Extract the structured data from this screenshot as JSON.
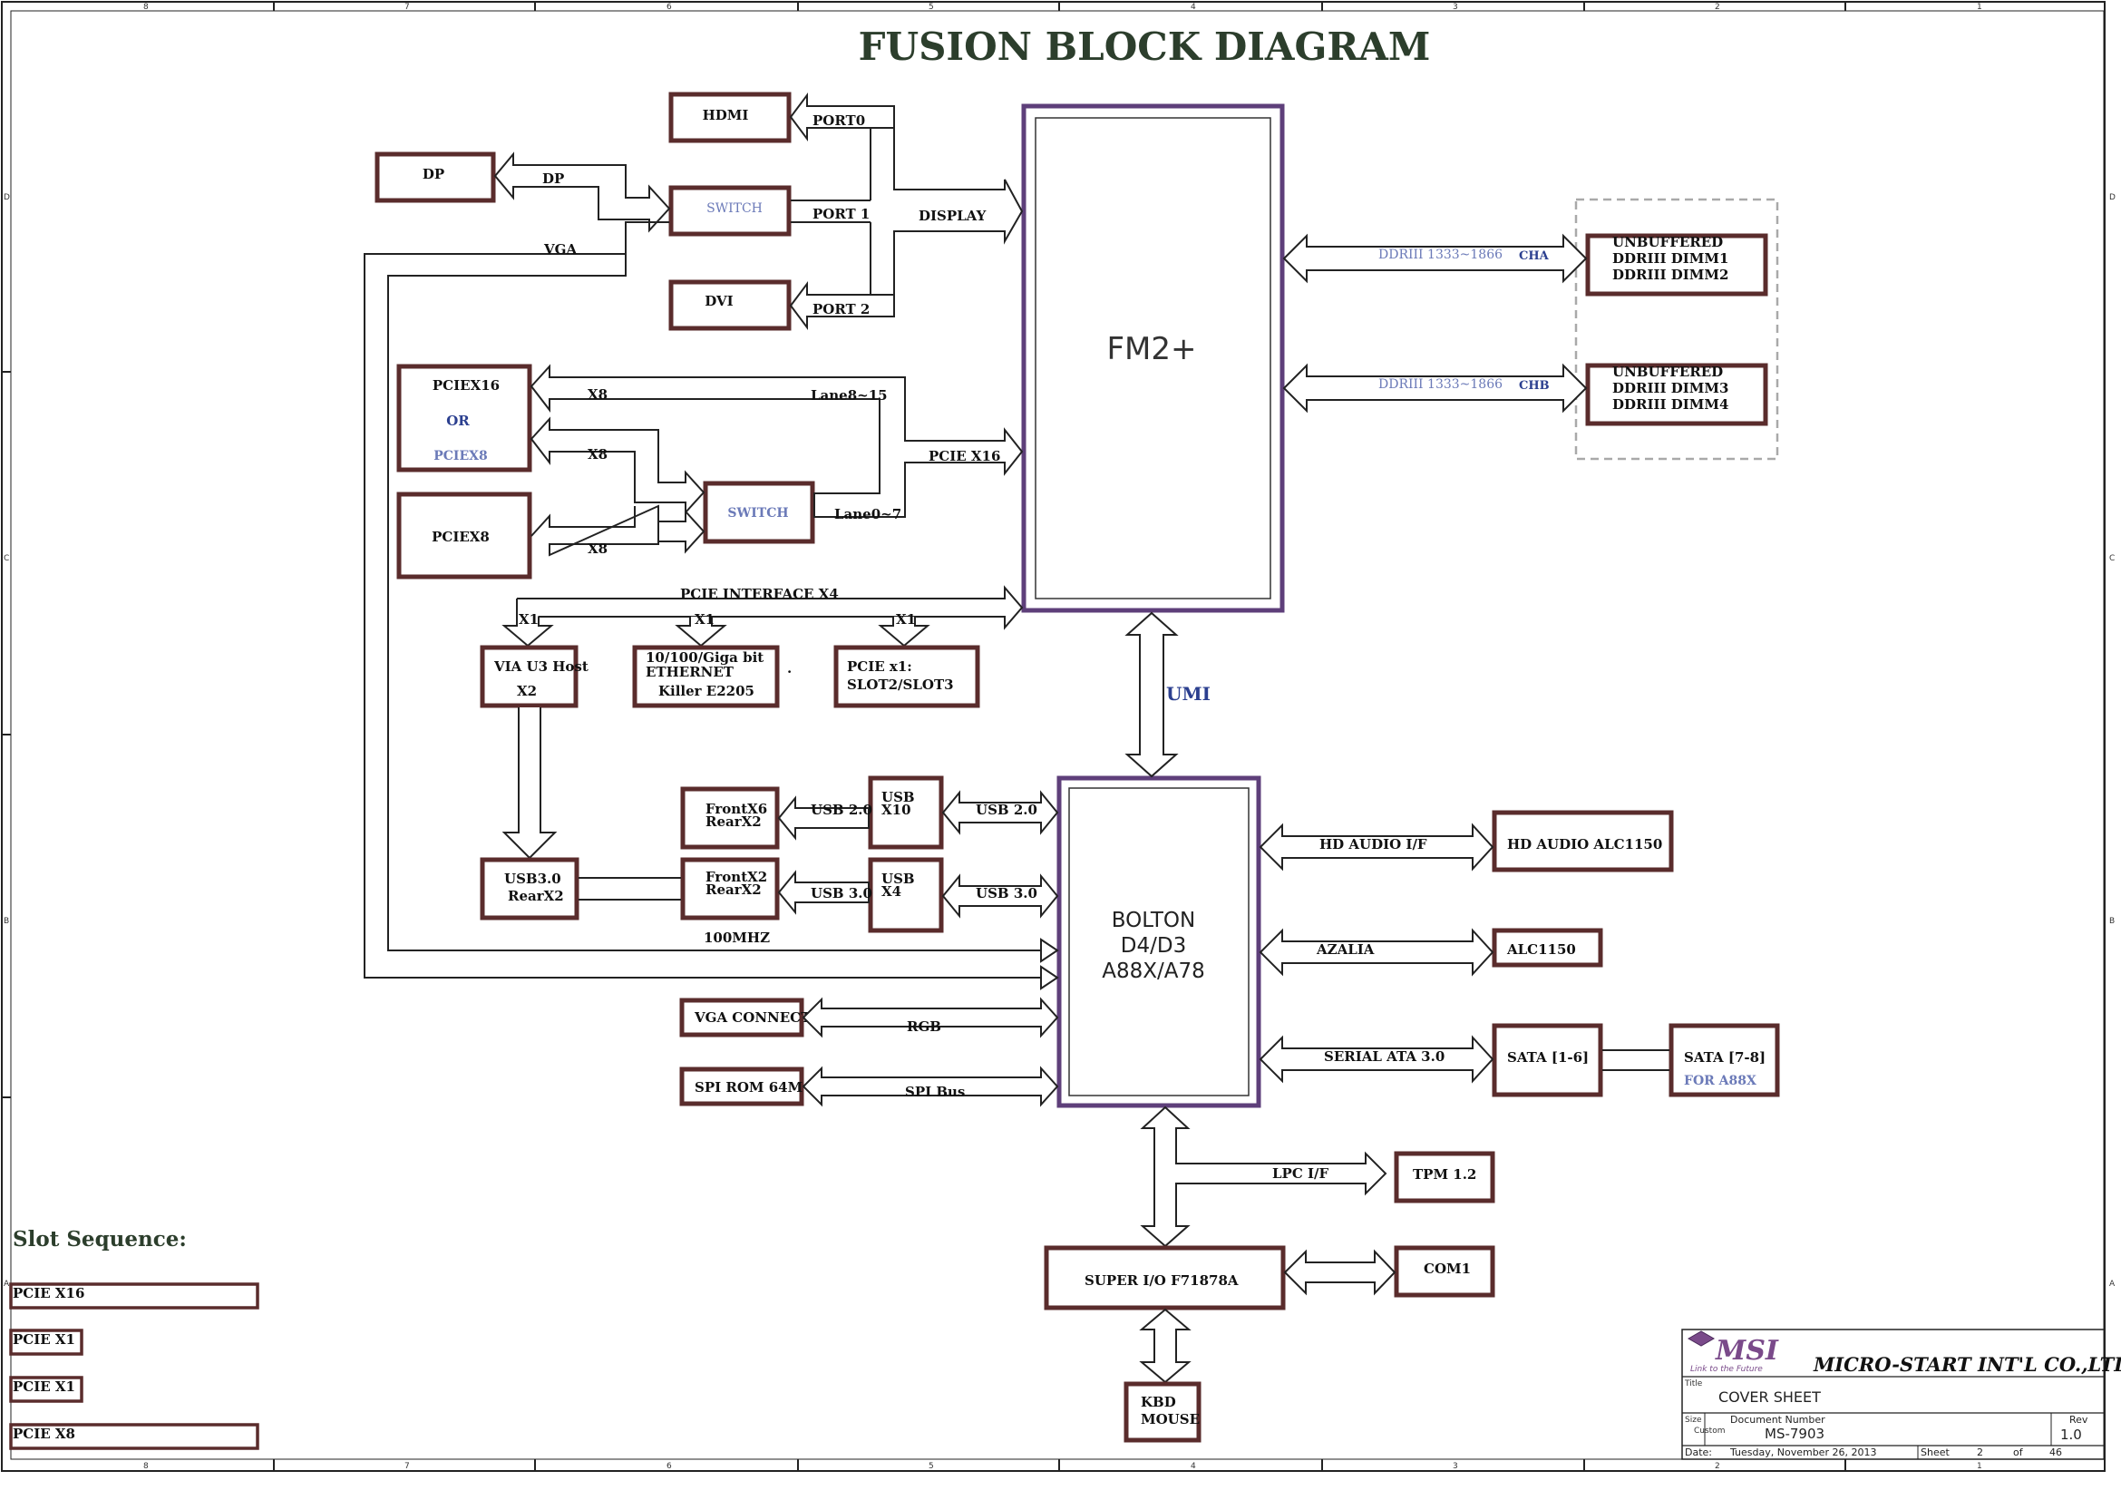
{
  "title": "FUSION BLOCK DIAGRAM",
  "cpu": {
    "label": "FM2+"
  },
  "fch": {
    "line1": "BOLTON",
    "line2": "D4/D3",
    "line3": "A88X/A78"
  },
  "blocks": {
    "hdmi": "HDMI",
    "dp": "DP",
    "switch_display": "SWITCH",
    "dvi": "DVI",
    "pcie_x16_a": "PCIEX16",
    "pcie_or": "OR",
    "pcie_x8_a": "PCIEX8",
    "pcie_x8_b": "PCIEX8",
    "switch_pcie": "SWITCH",
    "via_u3_1": "VIA U3 Host",
    "via_u3_2": "X2",
    "eth_1": "10/100/Giga bit",
    "eth_2": "ETHERNET",
    "eth_3": "Killer E2205",
    "eth_dot": ".",
    "pcie_x1_1": "PCIE x1:",
    "pcie_x1_2": "SLOT2/SLOT3",
    "front_usb2_1": "FrontX6",
    "front_usb2_2": "RearX2",
    "usb_x10_1": "USB",
    "usb_x10_2": "X10",
    "usb30_rear_1": "USB3.0",
    "usb30_rear_2": "RearX2",
    "front_usb3_1": "FrontX2",
    "front_usb3_2": "RearX2",
    "usb_x4_1": "USB",
    "usb_x4_2": "X4",
    "vga_conn": "VGA CONNECTOR",
    "spi_rom": "SPI ROM 64M",
    "hd_audio": "HD AUDIO ALC1150",
    "alc1150": "ALC1150",
    "sata_1_6": "SATA [1-6]",
    "sata_7_8_1": "SATA [7-8]",
    "sata_7_8_2": "FOR A88X",
    "tpm": "TPM 1.2",
    "super_io": "SUPER I/O F71878A",
    "com1": "COM1",
    "kbd_1": "KBD",
    "kbd_2": "MOUSE",
    "dimm_a_1": "UNBUFFERED",
    "dimm_a_2": "DDRIII  DIMM1",
    "dimm_a_3": "DDRIII  DIMM2",
    "dimm_b_1": "UNBUFFERED",
    "dimm_b_2": "DDRIII  DIMM3",
    "dimm_b_3": "DDRIII  DIMM4"
  },
  "signals": {
    "port0": "PORT0",
    "port1": "PORT 1",
    "port2": "PORT 2",
    "dp": "DP",
    "vga": "VGA",
    "display": "DISPLAY",
    "ddr_a": "DDRIII 1333~1866",
    "cha": "CHA",
    "ddr_b": "DDRIII 1333~1866",
    "chb": "CHB",
    "x8_a": "X8",
    "x8_b": "X8",
    "x8_c": "X8",
    "lane_8_15": "Lane8~15",
    "lane_0_7": "Lane0~7",
    "pcie_x16": "PCIE X16",
    "pcie_if_x4": "PCIE INTERFACE X4",
    "x1_a": "X1",
    "x1_b": "X1",
    "x1_c": "X1",
    "umi": "UMI",
    "usb20_a": "USB 2.0",
    "usb20_b": "USB 2.0",
    "usb30_a": "USB 3.0",
    "usb30_b": "USB 3.0",
    "mhz": "100MHZ",
    "rgb": "RGB",
    "spi_bus": "SPI Bus",
    "hd_audio_if": "HD AUDIO I/F",
    "azalia": "AZALIA",
    "sata30": "SERIAL ATA 3.0",
    "lpc": "LPC I/F"
  },
  "slot_sequence": {
    "title": "Slot Sequence:",
    "slots": [
      "PCIE X16",
      "PCIE X1",
      "PCIE X1",
      "PCIE X8"
    ]
  },
  "title_block": {
    "logo": "MSI",
    "tagline": "Link to the Future",
    "company": "MICRO-START INT'L CO.,LTD.",
    "title_label": "Title",
    "title_value": "COVER SHEET",
    "size_label": "Size",
    "size_value": "Custom",
    "docnum_label": "Document Number",
    "docnum_value": "MS-7903",
    "rev_label": "Rev",
    "rev_value": "1.0",
    "date_label": "Date:",
    "date_value": "Tuesday, November 26, 2013",
    "sheet_label": "Sheet",
    "sheet_value": "2",
    "of_label": "of",
    "of_value": "46"
  },
  "border": {
    "cols": [
      "8",
      "7",
      "6",
      "5",
      "4",
      "3",
      "2",
      "1"
    ],
    "rows": [
      "D",
      "C",
      "B",
      "A"
    ]
  }
}
